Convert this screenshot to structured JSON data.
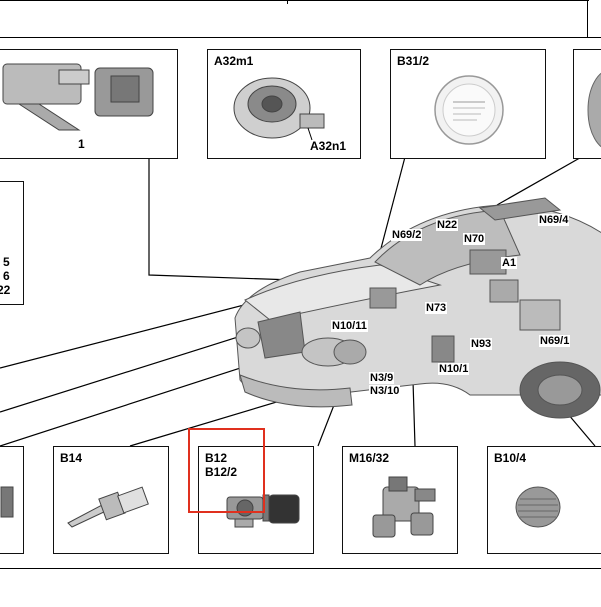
{
  "diagram": {
    "top_boxes": {
      "unit1_label": "1",
      "a32m1_label": "A32m1",
      "a32n1_label": "A32n1",
      "b31_2_label": "B31/2"
    },
    "left_box_numbers": [
      "5",
      "6",
      "22"
    ],
    "callouts": {
      "n69_2": "N69/2",
      "n22": "N22",
      "n70": "N70",
      "n69_4": "N69/4",
      "a1": "A1",
      "n73": "N73",
      "n10_11": "N10/11",
      "n93": "N93",
      "n69_1": "N69/1",
      "n3_9": "N3/9",
      "n3_10": "N3/10",
      "n10_1": "N10/1"
    },
    "bottom_boxes": {
      "b14": "B14",
      "b12": "B12",
      "b12_2": "B12/2",
      "m16_32": "M16/32",
      "b10_4": "B10/4"
    },
    "highlight_color": "#e0301e"
  }
}
